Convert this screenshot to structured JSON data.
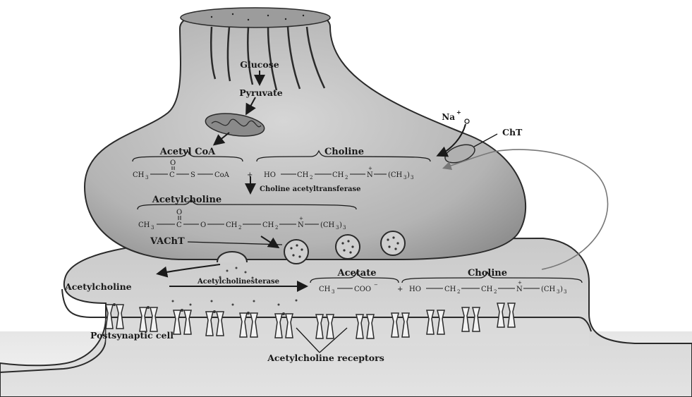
{
  "labels": {
    "glucose": "Glucose",
    "pyruvate": "Pyruvate",
    "acetyl_coa": "Acetyl CoA",
    "choline_top": "Choline",
    "na": "Na",
    "na_sup": "+",
    "cht": "ChT",
    "choline_acetyltransferase": "Choline acetyltransferase",
    "acetylcholine_top": "Acetylcholine",
    "vacht": "VAChT",
    "acetylcholine_left": "Acetylcholine",
    "acetylcholinesterase": "Acetylcholinesterase",
    "acetate": "Acetate",
    "choline_bottom": "Choline",
    "postsynaptic_cell": "Postsynaptic cell",
    "acetylcholine_receptors": "Acetylcholine receptors"
  },
  "formulas": {
    "acetyl_coa": {
      "ch": "CH",
      "three": "3",
      "c": "C",
      "s": "S",
      "coa": "CoA",
      "o": "O"
    },
    "choline_top": {
      "plus": "+",
      "ho": "HO",
      "ch": "CH",
      "two": "2",
      "n": "N",
      "nplus": "+",
      "ch3": "(CH",
      "three": "3",
      "close": ")",
      "three_b": "3"
    },
    "acetylcholine": {
      "ch": "CH",
      "three": "3",
      "c": "C",
      "o_dbl": "O",
      "o": "O",
      "ch2": "CH",
      "two": "2",
      "n": "N",
      "nplus": "+",
      "ch3": "(CH",
      "three_b": "3",
      "close": ")",
      "three_c": "3"
    },
    "bottom": {
      "ch": "CH",
      "three": "3",
      "coo": "COO",
      "minus": "−",
      "plus": "+",
      "ho": "HO",
      "ch2": "CH",
      "two": "2",
      "n": "N",
      "nplus": "+",
      "ch3": "(CH",
      "three_b": "3",
      "close": ")",
      "three_c": "3"
    }
  }
}
